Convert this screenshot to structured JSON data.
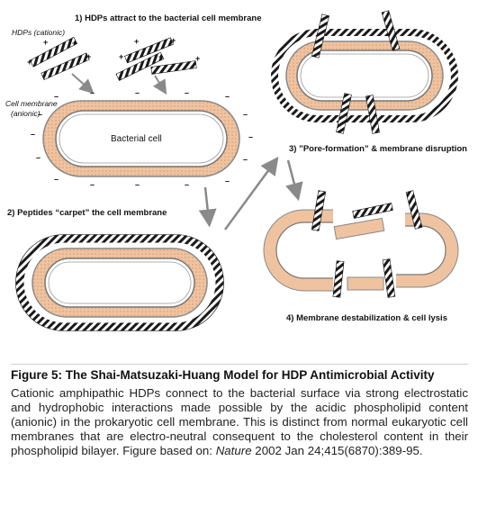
{
  "figure": {
    "step1_label": "1) HDPs attract to the bacterial cell membrane",
    "hdp_label": "HDPs (cationic)",
    "membrane_label_line1": "Cell membrane",
    "membrane_label_line2": "(anionic)",
    "cell_label": "Bacterial cell",
    "step2_label": "2) Peptides “carpet” the cell membrane",
    "step3_label": "3) ”Pore-formation” & membrane disruption",
    "step4_label": "4) Membrane destabilization & cell lysis",
    "plus_sign": "+",
    "minus_sign": "–",
    "colors": {
      "membrane": "#efc3a0",
      "membrane_edge": "#888888",
      "peptide_dark": "#1a1a1a",
      "peptide_light": "#ffffff",
      "arrow": "#8a8a8a"
    }
  },
  "caption": {
    "title": "Figure 5: The Shai-Matsuzaki-Huang Model for HDP Antimicrobial Activity",
    "text_main": "Cationic amphipathic HDPs connect to the bacterial surface via strong electrostatic and hydrophobic interactions made possible by the acidic phospholipid content (anionic) in the prokaryotic cell membrane. This is distinct from normal eukaryotic cell membranes that are electro-neutral consequent to the cholesterol content in their phospholipid bilayer. Figure based on: ",
    "journal": "Nature",
    "reference": " 2002 Jan 24;415(6870):389-95."
  }
}
